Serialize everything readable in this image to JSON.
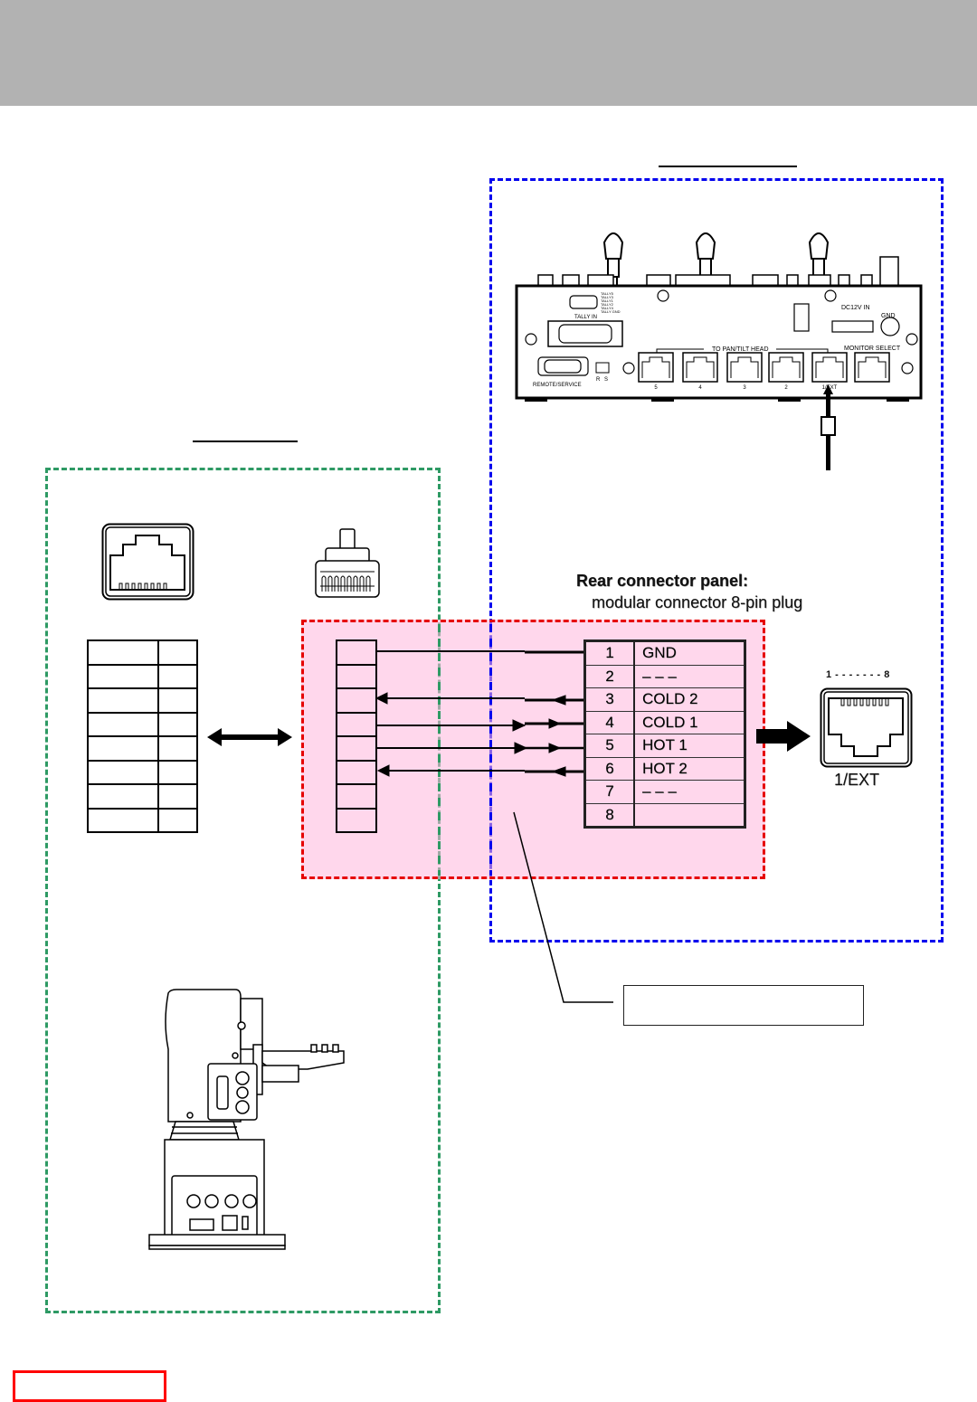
{
  "page": {
    "header_band_color": "#b2b2b2"
  },
  "frames": {
    "controller_frame_color": "#0000ee",
    "pan_tilt_frame_color": "#2e9a64",
    "connection_frame_color": "#e60000",
    "connection_fill_color": "#ffd6ea"
  },
  "rear_panel": {
    "title": "Rear connector panel:",
    "subtitle": "modular connector 8-pin plug",
    "pins": [
      {
        "num": "1",
        "signal": "GND"
      },
      {
        "num": "2",
        "signal": "– – –"
      },
      {
        "num": "3",
        "signal": "COLD 2"
      },
      {
        "num": "4",
        "signal": "COLD 1"
      },
      {
        "num": "5",
        "signal": "HOT 1"
      },
      {
        "num": "6",
        "signal": "HOT 2"
      },
      {
        "num": "7",
        "signal": "– – –"
      },
      {
        "num": "8",
        "signal": ""
      }
    ],
    "jack_pin_range": "1 - - - - - - - 8",
    "jack_label": "1/EXT"
  },
  "controller": {
    "tally_in_label": "TALLY IN",
    "tally_lines": [
      "TALLY5",
      "TALLY3",
      "TALLY1",
      "TALLY2",
      "TALLY4",
      "TALLY GND"
    ],
    "remote_service_label": "REMOTE/SERVICE",
    "switch_labels": [
      "R",
      "S"
    ],
    "pan_tilt_head_label": "TO PAN/TILT HEAD",
    "port_labels": [
      "5",
      "4",
      "3",
      "2",
      "1/EXT"
    ],
    "monitor_select_label": "MONITOR SELECT",
    "dc_in_label": "DC12V IN",
    "gnd_label": "GND"
  },
  "wiring": [
    {
      "from_pin": 1,
      "direction": "none"
    },
    {
      "from_pin": 3,
      "direction": "to-head"
    },
    {
      "from_pin": 4,
      "direction": "to-controller"
    },
    {
      "from_pin": 5,
      "direction": "to-controller"
    },
    {
      "from_pin": 6,
      "direction": "to-head"
    }
  ],
  "left_table_rows": 8,
  "mid_table_rows": 8
}
